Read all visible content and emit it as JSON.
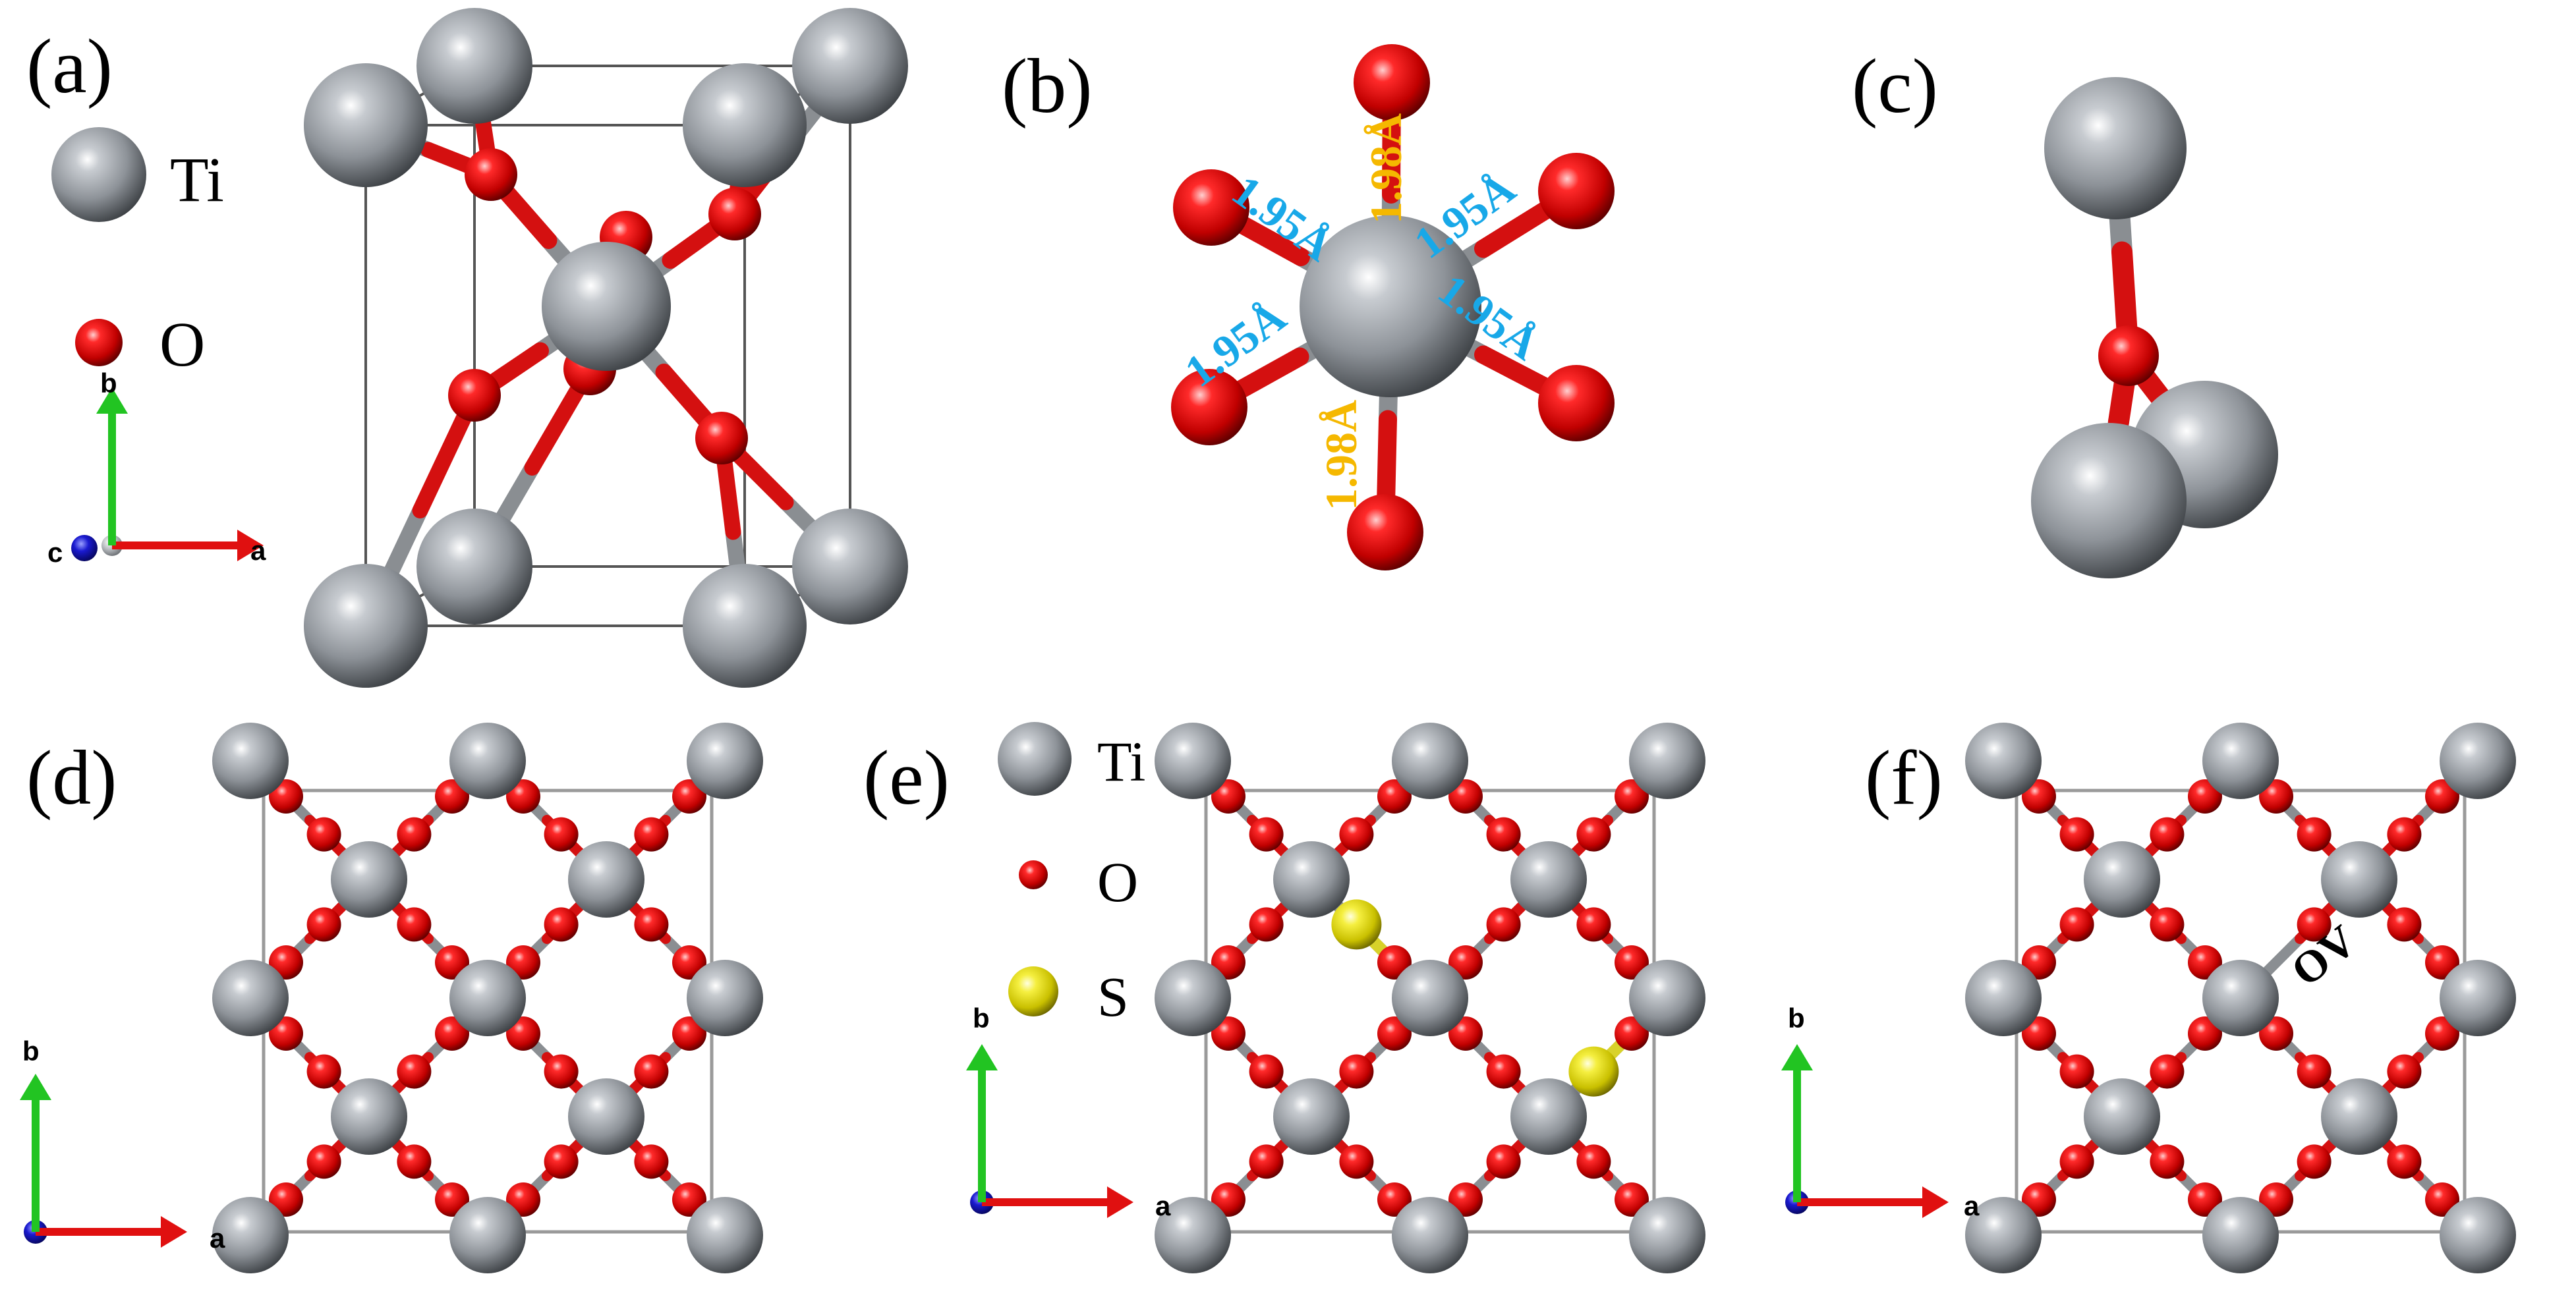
{
  "panels": {
    "a": "(a)",
    "b": "(b)",
    "c": "(c)",
    "d": "(d)",
    "e": "(e)",
    "f": "(f)"
  },
  "legend_top": {
    "ti": "Ti",
    "o": "O"
  },
  "legend_e": {
    "ti": "Ti",
    "o": "O",
    "s": "S"
  },
  "bonds": {
    "apical": "1.98Å",
    "equatorial": "1.95Å"
  },
  "axes": {
    "a": "a",
    "b": "b",
    "c": "c"
  },
  "vacancy_label": "OV",
  "colors": {
    "ti": "#8e9398",
    "o": "#e01010",
    "s": "#e6e020",
    "apical_bond": "#f5b800",
    "equatorial_bond": "#18a8e8",
    "axis_a": "#e01010",
    "axis_b": "#22c422",
    "axis_c": "#1414c8"
  }
}
